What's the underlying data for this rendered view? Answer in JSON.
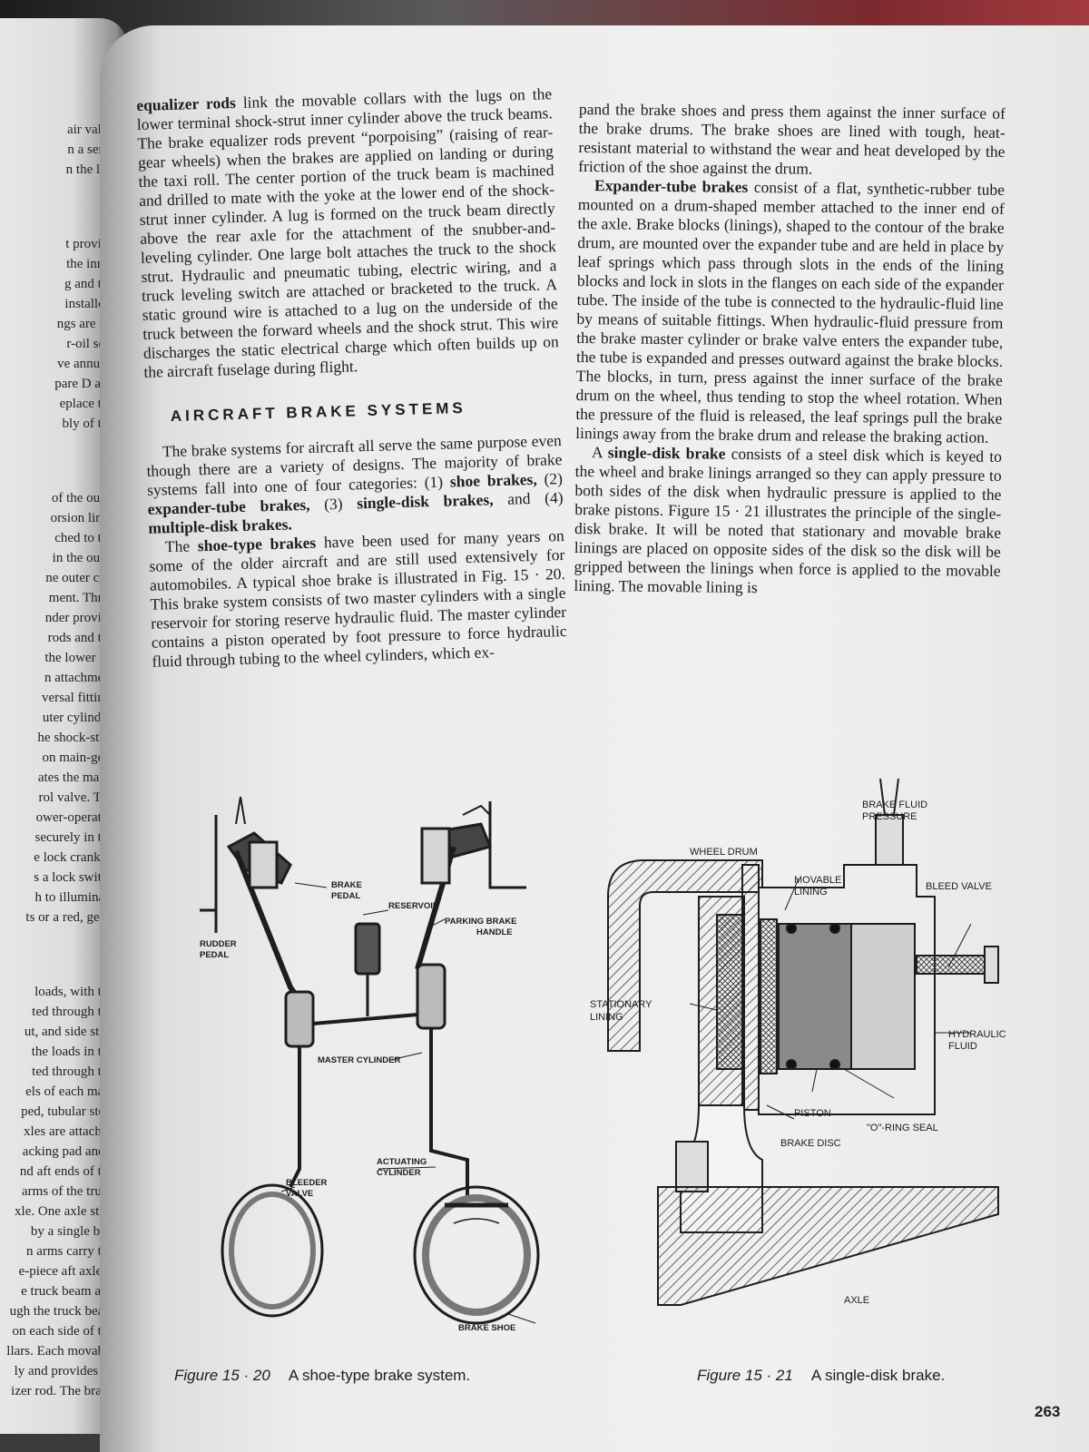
{
  "left_fragments": [
    "air valve",
    "n a serv-",
    "n the left",
    "",
    "t provide",
    "the inner",
    "g and the",
    "installed.",
    "ngs are in-",
    "r-oil seal",
    "ve annular",
    "pare D and",
    "eplace the",
    "bly of the",
    "",
    "of the outer",
    "orsion links",
    "ched to the",
    "in the outer",
    "ne outer cyl-",
    "ment. Three",
    "nder provide",
    "rods and the",
    "the lower in-",
    "n attachment",
    "versal fitting.",
    "uter cylinder.",
    "he shock-strut",
    "on main-gear",
    "ates the main-",
    "rol valve. The",
    "ower-operated",
    "securely in the",
    "e lock crank to",
    "s a lock switch",
    "h to illuminate",
    "ts or a red, gear-",
    "",
    "loads, with the",
    "ted through the",
    "ut, and side strut",
    "the loads in the",
    "ted through the",
    "els of each main",
    "ped, tubular steel",
    "xles are attached",
    "acking pad and a",
    "nd aft ends of the",
    "arms of the truck",
    "xle. One axle strut",
    "by a single bolt",
    "n arms carry the",
    "e-piece aft axle is",
    "e truck beam and",
    "ugh the truck beam",
    "on each side of the",
    "llars. Each movable",
    "ly and provides an",
    "izer rod. The brake"
  ],
  "col1": {
    "p1_lead": "equalizer rods",
    "p1": " link the movable collars with the lugs on the lower terminal shock-strut inner cylinder above the truck beams. The brake equalizer rods prevent “porpoising” (raising of rear-gear wheels) when the brakes are applied on landing or during the taxi roll. The center portion of the truck beam is machined and drilled to mate with the yoke at the lower end of the shock-strut inner cylinder. A lug is formed on the truck beam directly above the rear axle for the attachment of the snubber-and-leveling cylinder. One large bolt attaches the truck to the shock strut. Hydraulic and pneumatic tubing, electric wiring, and a truck leveling switch are attached or bracketed to the truck. A static ground wire is attached to a lug on the underside of the truck between the forward wheels and the shock strut. This wire discharges the static electrical charge which often builds up on the aircraft fuselage during flight.",
    "heading": "AIRCRAFT BRAKE SYSTEMS",
    "p2_a": "The brake systems for aircraft all serve the same purpose even though there are a variety of designs. The majority of brake systems fall into one of four categories: (1) ",
    "p2_b1": "shoe brakes,",
    "p2_c": " (2) ",
    "p2_b2": "expander-tube brakes,",
    "p2_d": " (3) ",
    "p2_b3": "single-disk brakes,",
    "p2_e": " and (4) ",
    "p2_b4": "multiple-disk brakes.",
    "p3_a": "The ",
    "p3_b": "shoe-type brakes",
    "p3_c": " have been used for many years on some of the older aircraft and are still used extensively for automobiles. A typical shoe brake is illustrated in Fig. 15 · 20. This brake system consists of two master cylinders with a single reservoir for storing reserve hydraulic fluid. The master cylinder contains a piston operated by foot pressure to force hydraulic fluid through tubing to the wheel cylinders, which ex-"
  },
  "col2": {
    "p1": "pand the brake shoes and press them against the inner surface of the brake drums. The brake shoes are lined with tough, heat-resistant material to withstand the wear and heat developed by the friction of the shoe against the drum.",
    "p2_lead": "Expander-tube brakes",
    "p2": " consist of a flat, synthetic-rubber tube mounted on a drum-shaped member attached to the inner end of the axle. Brake blocks (linings), shaped to the contour of the brake drum, are mounted over the expander tube and are held in place by leaf springs which pass through slots in the ends of the lining blocks and lock in slots in the flanges on each side of the expander tube. The inside of the tube is connected to the hydraulic-fluid line by means of suitable fittings. When hydraulic-fluid pressure from the brake master cylinder or brake valve enters the expander tube, the tube is expanded and presses outward against the brake blocks. The blocks, in turn, press against the inner surface of the brake drum on the wheel, thus tending to stop the wheel rotation. When the pressure of the fluid is released, the leaf springs pull the brake linings away from the brake drum and release the braking action.",
    "p3_a": "A ",
    "p3_lead": "single-disk brake",
    "p3": " consists of a steel disk which is keyed to the wheel and brake linings arranged so they can apply pressure to both sides of the disk when hydraulic pressure is applied to the brake pistons. Figure 15 · 21 illustrates the principle of the single-disk brake. It will be noted that stationary and movable brake linings are placed on opposite sides of the disk so the disk will be gripped between the linings when force is applied to the movable lining. The movable lining is"
  },
  "figure1": {
    "labels": {
      "brake_pedal_1": "BRAKE",
      "brake_pedal_2": "PEDAL",
      "rudder_pedal_1": "RUDDER",
      "rudder_pedal_2": "PEDAL",
      "reservoir": "RESERVOIR",
      "parking_1": "PARKING BRAKE",
      "parking_2": "HANDLE",
      "master_cylinder": "MASTER CYLINDER",
      "actuating_1": "ACTUATING",
      "actuating_2": "CYLINDER",
      "bleeder_1": "BLEEDER",
      "bleeder_2": "VALVE",
      "brake_shoe": "BRAKE SHOE"
    },
    "caption_num": "Figure 15 · 20",
    "caption_text": "A shoe-type brake system."
  },
  "figure2": {
    "labels": {
      "fluid_pressure_1": "BRAKE FLUID",
      "fluid_pressure_2": "PRESSURE",
      "wheel_drum": "WHEEL DRUM",
      "movable_1": "MOVABLE",
      "movable_2": "LINING",
      "bleed_valve": "BLEED VALVE",
      "stationary_1": "STATIONARY",
      "stationary_2": "LINING",
      "hydraulic_1": "HYDRAULIC",
      "hydraulic_2": "FLUID",
      "piston": "PISTON",
      "oring": "\"O\"-RING SEAL",
      "brake_disc": "BRAKE DISC",
      "axle": "AXLE"
    },
    "caption_num": "Figure 15 · 21",
    "caption_text": "A single-disk brake."
  },
  "page_number": "263"
}
